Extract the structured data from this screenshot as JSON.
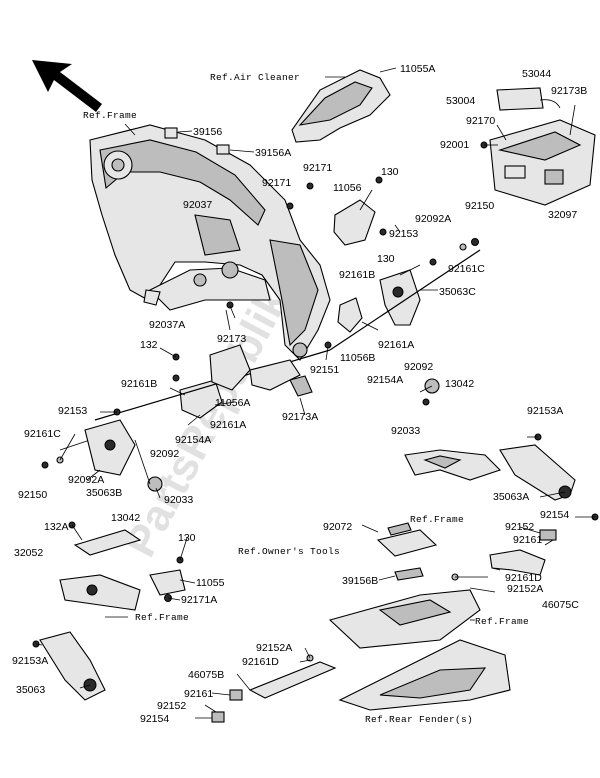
{
  "watermark": "PartsRepublik",
  "refs": {
    "air_cleaner": "Ref.Air Cleaner",
    "frame_top": "Ref.Frame",
    "frame_right": "Ref.Frame",
    "frame_left": "Ref.Frame",
    "frame_center": "Ref.Frame",
    "owners_tools": "Ref.Owner's Tools",
    "rear_fender": "Ref.Rear Fender(s)"
  },
  "labels": {
    "p11055A": "11055A",
    "p53044": "53044",
    "p92173B": "92173B",
    "p53004": "53004",
    "p92170": "92170",
    "p92001": "92001",
    "p32097": "32097",
    "p39156": "39156",
    "p39156A": "39156A",
    "p92171a": "92171",
    "p92171b": "92171",
    "p130a": "130",
    "p11056": "11056",
    "p92037": "92037",
    "p92092A_r": "92092A",
    "p92150_r": "92150",
    "p92153_r": "92153",
    "p130b": "130",
    "p92161B_r": "92161B",
    "p92161C_r": "92161C",
    "p35063C": "35063C",
    "p92037A": "92037A",
    "p92173": "92173",
    "p92161A_r": "92161A",
    "p132": "132",
    "p11056B": "11056B",
    "p92092_r": "92092",
    "p92154A_r": "92154A",
    "p92151": "92151",
    "p92161B_l": "92161B",
    "p13042_r": "13042",
    "p11056A": "11056A",
    "p92173A": "92173A",
    "p92153_l": "92153",
    "p92161A_l": "92161A",
    "p92033_r": "92033",
    "p92153A_r": "92153A",
    "p92161C_l": "92161C",
    "p92154A_l": "92154A",
    "p92092_l": "92092",
    "p92092A_l": "92092A",
    "p92150_l": "92150",
    "p35063B": "35063B",
    "p92033_l": "92033",
    "p13042_l": "13042",
    "p35063A": "35063A",
    "p92154_r": "92154",
    "p92152_r": "92152",
    "p92072": "92072",
    "p92161_r": "92161",
    "p132A": "132A",
    "p32052": "32052",
    "p130c": "130",
    "p39156B": "39156B",
    "p92161D_r": "92161D",
    "p92152A_r": "92152A",
    "p11055": "11055",
    "p46075C": "46075C",
    "p92171A": "92171A",
    "p92152A_l": "92152A",
    "p92153A_l": "92153A",
    "p92161D_l": "92161D",
    "p46075B": "46075B",
    "p35063": "35063",
    "p92161_l": "92161",
    "p92152_l": "92152",
    "p92154_l": "92154"
  }
}
